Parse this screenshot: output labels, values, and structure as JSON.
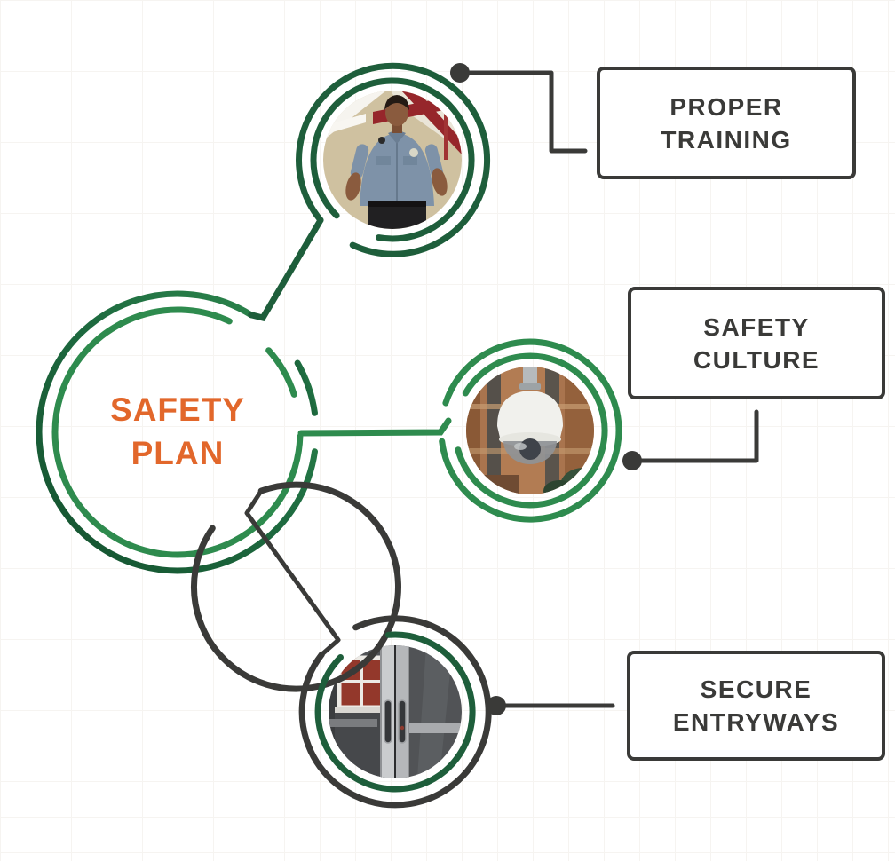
{
  "center": {
    "lines": [
      "SAFETY",
      "PLAN"
    ]
  },
  "nodes": [
    {
      "id": "training",
      "lines": [
        "PROPER",
        "TRAINING"
      ],
      "photo": "security-guard-training-photo",
      "photo_alt": "security guard speaking during a training session"
    },
    {
      "id": "culture",
      "lines": [
        "SAFETY",
        "CULTURE"
      ],
      "photo": "dome-security-camera-photo",
      "photo_alt": "white dome security camera outside a brick building"
    },
    {
      "id": "entryways",
      "lines": [
        "SECURE",
        "ENTRYWAYS"
      ],
      "photo": "secure-entryway-doors-photo",
      "photo_alt": "secure double-door entryway with pull handles"
    }
  ],
  "theme": {
    "orange": "#E2672B",
    "dark": "#3A3A38",
    "green_dark": "#1E5E3B",
    "green_mid": "#2E8B4E",
    "green_deep": "#14512E",
    "grid": "#EFECE6",
    "bg": "#FFFFFF"
  }
}
